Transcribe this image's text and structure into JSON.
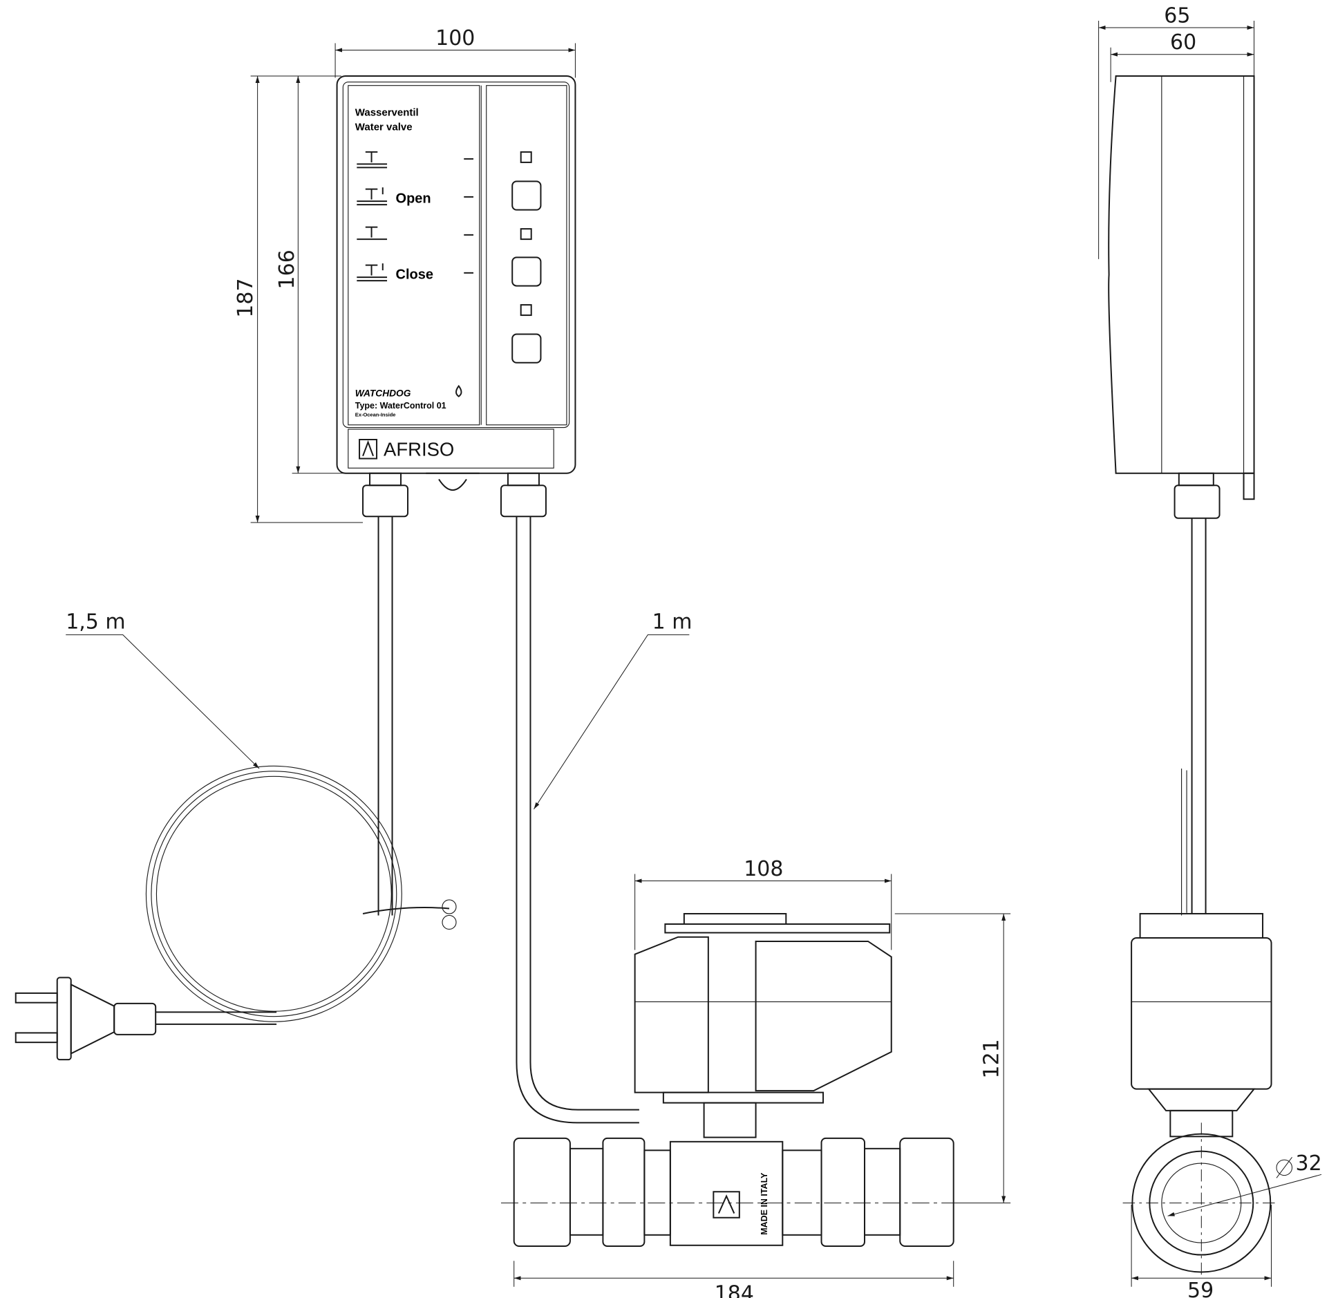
{
  "dimensions": {
    "box_width": "100",
    "box_height_total": "187",
    "box_height_body": "166",
    "side_depth_total": "65",
    "side_depth_body": "60",
    "actuator_width": "108",
    "valve_height": "121",
    "valve_length": "184",
    "valve_side_width": "59",
    "pipe_diameter": "32",
    "power_cable_length": "1,5 m",
    "valve_cable_length": "1 m"
  },
  "control_box": {
    "title_de": "Wasserventil",
    "title_en": "Water valve",
    "open_label": "Open",
    "close_label": "Close",
    "brand_product": "WATCHDOG",
    "type_label": "Type: WaterControl 01",
    "sub_label": "Ex-Ocean-Inside",
    "manufacturer": "AFRISO"
  },
  "valve": {
    "marking": "MADE IN ITALY"
  }
}
